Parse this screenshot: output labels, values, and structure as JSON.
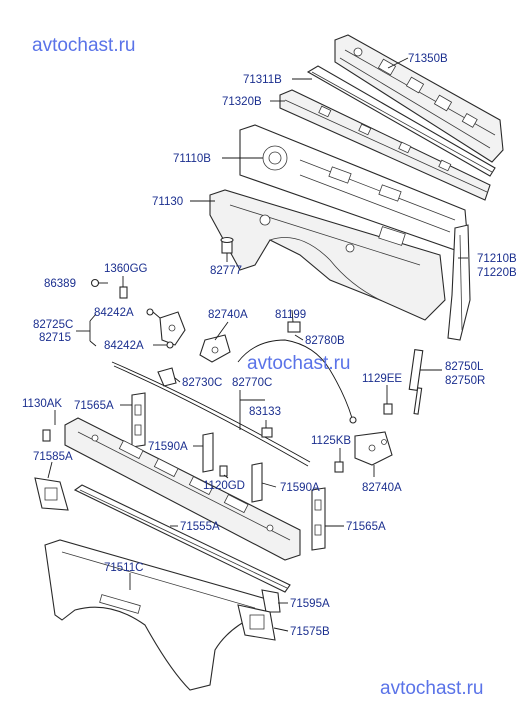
{
  "watermarks": {
    "top": "avtochast.ru",
    "middle": "avtochast.ru",
    "bottom": "avtochast.ru"
  },
  "labels": {
    "p71350B": "71350B",
    "p71311B": "71311B",
    "p71320B": "71320B",
    "p71110B": "71110B",
    "p71130": "71130",
    "p82777": "82777",
    "p71210B": "71210B",
    "p71220B": "71220B",
    "p1360GG": "1360GG",
    "p86389": "86389",
    "p84242A_top": "84242A",
    "p82725C": "82725C",
    "p82715": "82715",
    "p84242A_bottom": "84242A",
    "p82740A_top": "82740A",
    "p81199": "81199",
    "p82780B": "82780B",
    "p82730C": "82730C",
    "p82770C": "82770C",
    "p82750L": "82750L",
    "p82750R": "82750R",
    "p1129EE": "1129EE",
    "p1130AK": "1130AK",
    "p71565A_left": "71565A",
    "p83133": "83133",
    "p71590A_left": "71590A",
    "p1125KB": "1125KB",
    "p71585A": "71585A",
    "p1120GD": "1120GD",
    "p71590A_right": "71590A",
    "p82740A_bottom": "82740A",
    "p71555A": "71555A",
    "p71565A_right": "71565A",
    "p71511C": "71511C",
    "p71595A": "71595A",
    "p71575B": "71575B"
  }
}
